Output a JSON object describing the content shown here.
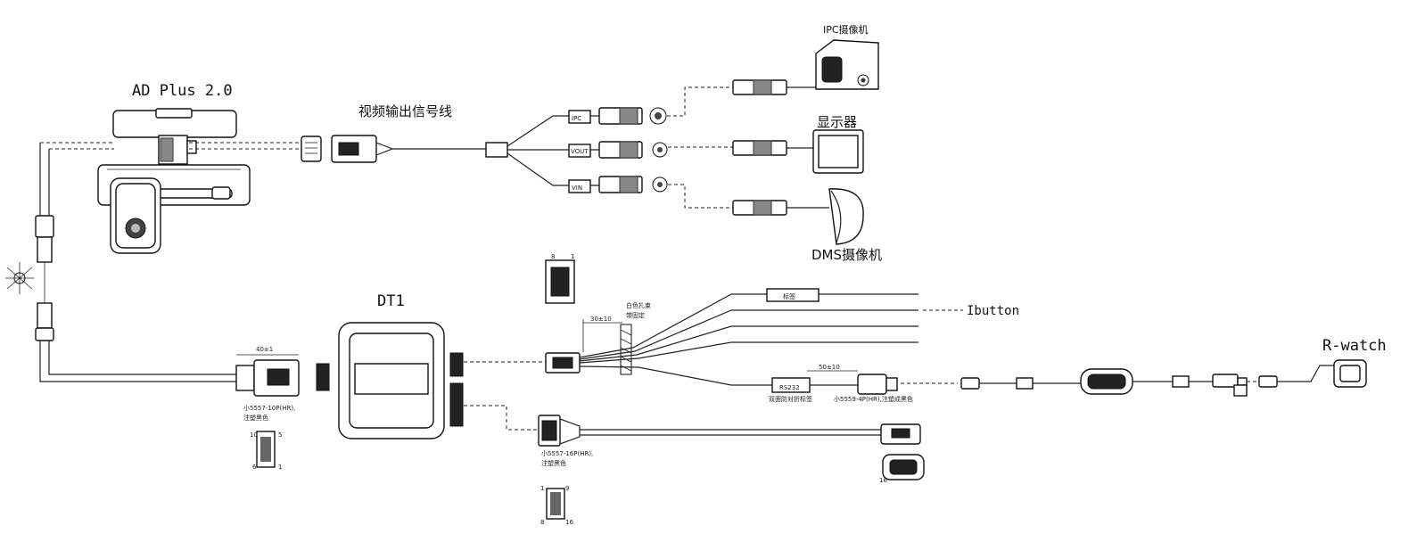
{
  "devices": {
    "adplus": "AD Plus 2.0",
    "dt1": "DT1",
    "ipc_camera": "IPC摄像机",
    "monitor": "显示器",
    "dms_camera": "DMS摄像机",
    "rwatch": "R-watch"
  },
  "cables": {
    "video_output": "视频输出信号线",
    "ipc_tag": "IPC",
    "vout_tag": "VOUT",
    "vin_tag": "VIN",
    "ibutton": "Ibutton",
    "rs232": "RS232",
    "label_tag": "标签"
  },
  "dimensions": {
    "d40": "40±1",
    "d30": "30±10",
    "d50": "50±10"
  },
  "notes": {
    "conn10p_line1": "小5557-10P(HR),",
    "conn10p_line2": "注塑黑色",
    "conn16p_line1": "小5557-16P(HR),",
    "conn16p_line2": "注塑黑色",
    "conn4p": "小5559-4P(HR),注塑成黑色",
    "white_tie_line1": "白色扎束",
    "white_tie_line2": "带固定",
    "rs232_note": "双面防对折标签"
  },
  "pins": {
    "p10": "10",
    "p5": "5",
    "p6": "6",
    "p1": "1",
    "p8": "8",
    "p16": "16",
    "p9": "9"
  },
  "colors": {
    "line": "#222222",
    "background": "#ffffff"
  }
}
